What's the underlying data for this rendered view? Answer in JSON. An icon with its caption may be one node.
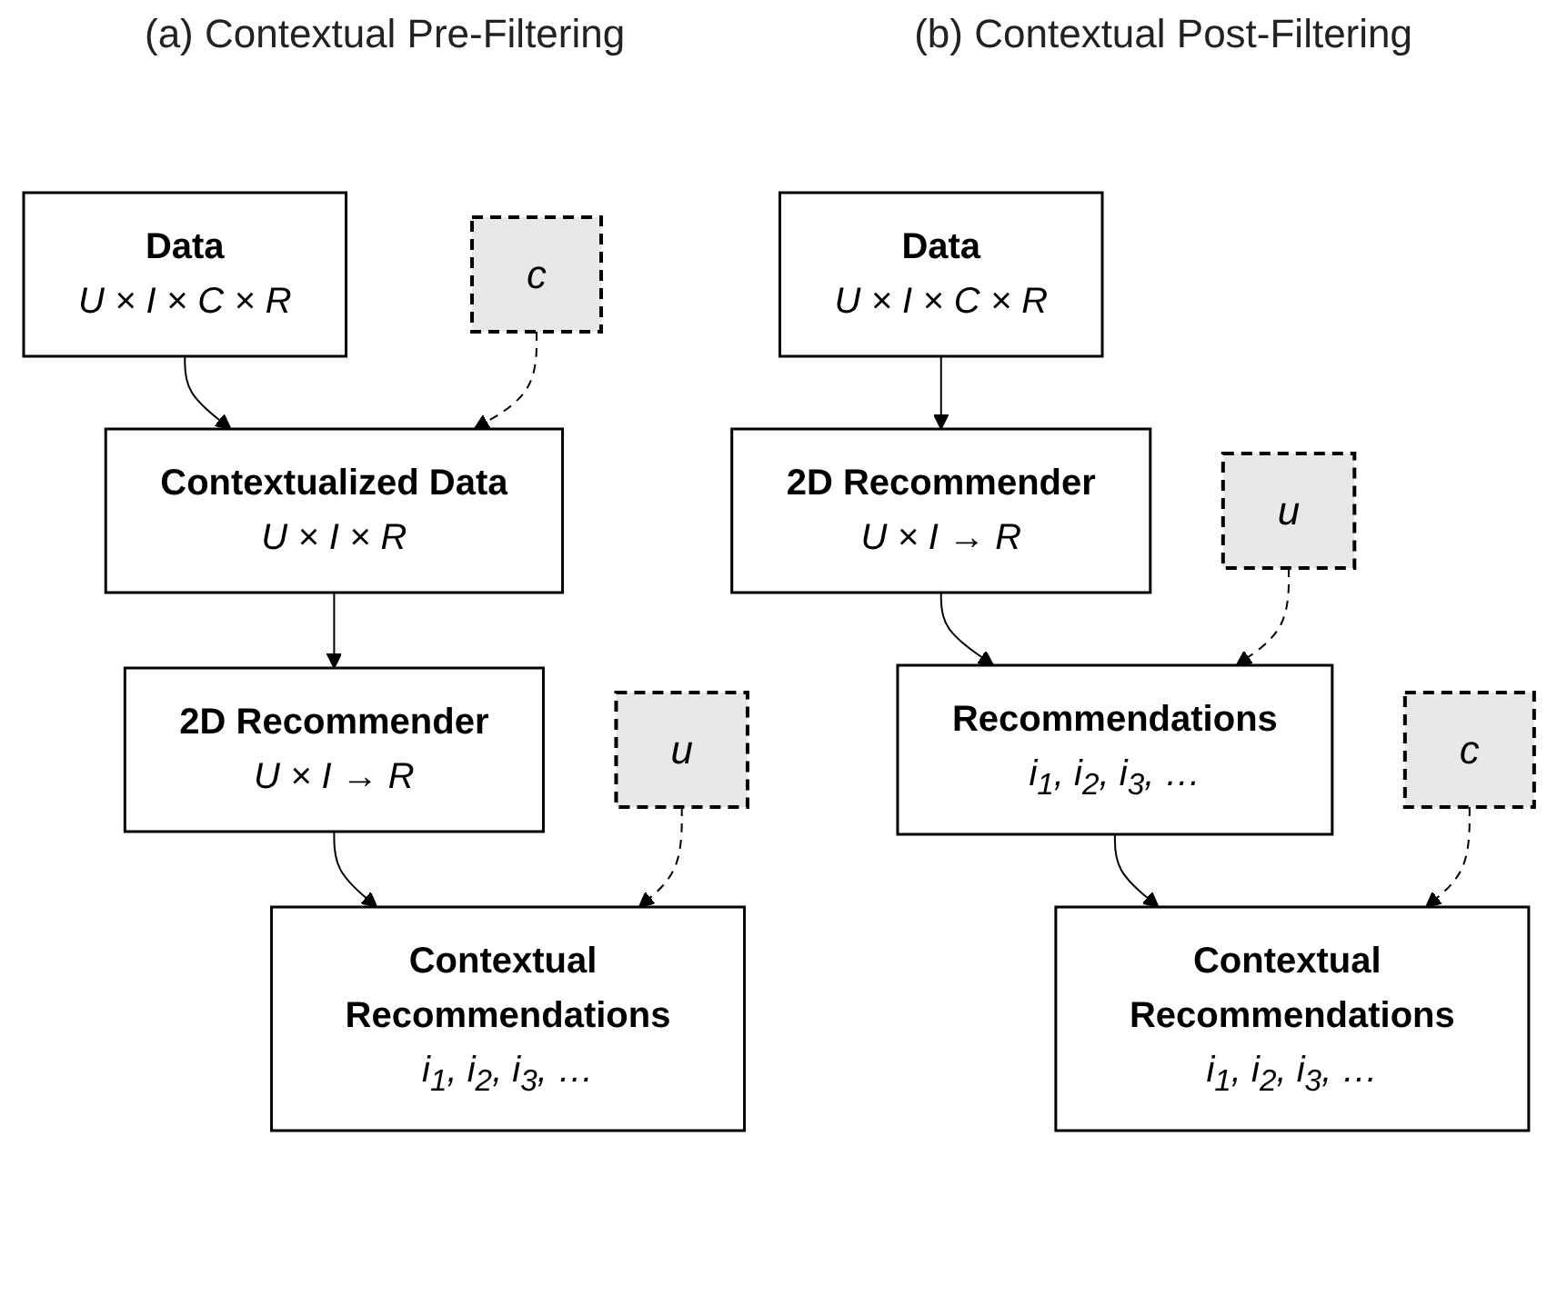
{
  "diagram": {
    "nodes": [
      {
        "text": [
          "Data",
          "U × I × C × R"
        ]
      },
      {
        "text": [
          "c"
        ]
      },
      {
        "text": [
          "Contextualized Data",
          "U × I × R"
        ]
      },
      {
        "text": [
          "2D Recommender",
          "U × I → R"
        ]
      },
      {
        "text": [
          "u"
        ]
      },
      {
        "text": [
          "Contextual Recommendations",
          "i$_{1}$, i$_{2}$, i$_{3}$, …"
        ]
      },
      {
        "text": [
          "Data",
          "U × I × C × R"
        ]
      },
      {
        "text": [
          "2D Recommender",
          "U × I → R"
        ]
      },
      {
        "text": [
          "u"
        ]
      },
      {
        "text": [
          "Recommendations",
          "i$_{1}$, i$_{2}$, i$_{3}$, …"
        ]
      },
      {
        "text": [
          "c"
        ]
      },
      {
        "text": [
          "Contextual Recommendations",
          "i$_{1}$, i$_{2}$, i$_{3}$, …"
        ]
      }
    ],
    "edges": [
      {
        "from": 0,
        "to": 2,
        "arrow": "to"
      },
      {
        "from": 1,
        "to": 2,
        "arrow": "to",
        "style": "dashed"
      },
      {
        "from": 2,
        "to": 3,
        "arrow": "to"
      },
      {
        "from": 3,
        "to": 5,
        "arrow": "to"
      },
      {
        "from": 4,
        "to": 5,
        "arrow": "to",
        "style": "dashed"
      },
      {
        "from": 6,
        "to": 7,
        "arrow": "to"
      },
      {
        "from": 7,
        "to": 9,
        "arrow": "to"
      },
      {
        "from": 8,
        "to": 9,
        "arrow": "to",
        "style": "dashed"
      },
      {
        "from": 9,
        "to": 11,
        "arrow": "to"
      },
      {
        "from": 10,
        "to": 11,
        "arrow": "to",
        "style": "dashed"
      }
    ],
    "labels": [
      "(a) Contextual Pre-Filtering",
      "(b) Contextual Post-Filtering"
    ]
  }
}
